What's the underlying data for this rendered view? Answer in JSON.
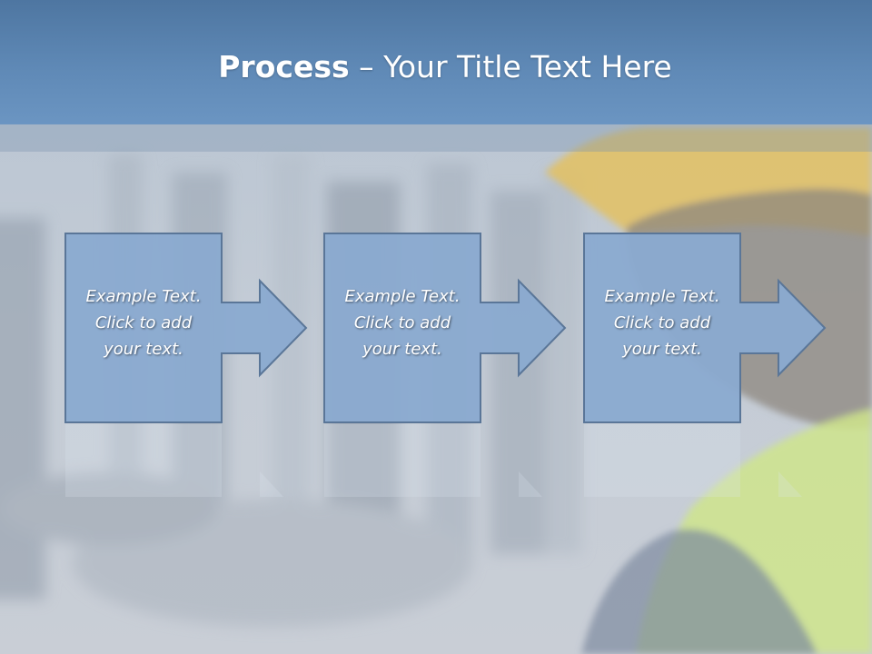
{
  "slide": {
    "title_bold": "Process",
    "title_rest": " – Your Title Text Here"
  },
  "steps": [
    {
      "line1": "Example Text.",
      "line2": "Click  to add",
      "line3": "your text."
    },
    {
      "line1": "Example Text.",
      "line2": "Click  to add",
      "line3": "your text."
    },
    {
      "line1": "Example Text.",
      "line2": "Click  to add",
      "line3": "your text."
    }
  ],
  "colors": {
    "title_bar": "#5f89b6",
    "step_fill": "#8aaad0",
    "step_border": "#5a7698",
    "helmet_yellow": "#f2c94c",
    "vest_green": "#d8f26a"
  },
  "icons": [
    "arrow-right-icon"
  ]
}
